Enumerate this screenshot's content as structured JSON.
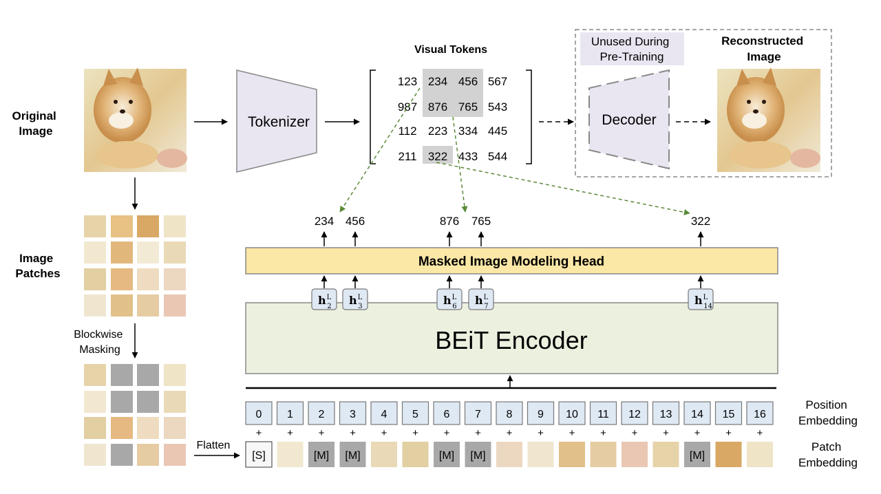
{
  "labels": {
    "original_image": [
      "Original",
      "Image"
    ],
    "image_patches": [
      "Image",
      "Patches"
    ],
    "blockwise_masking": [
      "Blockwise",
      "Masking"
    ],
    "flatten": "Flatten",
    "tokenizer": "Tokenizer",
    "visual_tokens": "Visual Tokens",
    "unused": [
      "Unused During",
      "Pre-Training"
    ],
    "decoder": "Decoder",
    "reconstructed": [
      "Reconstructed",
      "Image"
    ],
    "mim_head": "Masked Image Modeling Head",
    "encoder": "BEiT Encoder",
    "position_embedding": [
      "Position",
      "Embedding"
    ],
    "patch_embedding": [
      "Patch",
      "Embedding"
    ]
  },
  "visual_tokens": [
    [
      "123",
      "234",
      "456",
      "567"
    ],
    [
      "987",
      "876",
      "765",
      "543"
    ],
    [
      "112",
      "223",
      "334",
      "445"
    ],
    [
      "211",
      "322",
      "433",
      "544"
    ]
  ],
  "predicted_tokens": [
    "234",
    "456",
    "876",
    "765",
    "322"
  ],
  "hidden_states": [
    {
      "base": "h",
      "sup": "L",
      "sub": "2"
    },
    {
      "base": "h",
      "sup": "L",
      "sub": "3"
    },
    {
      "base": "h",
      "sup": "L",
      "sub": "6"
    },
    {
      "base": "h",
      "sup": "L",
      "sub": "7"
    },
    {
      "base": "h",
      "sup": "L",
      "sub": "14"
    }
  ],
  "positions": [
    "0",
    "1",
    "2",
    "3",
    "4",
    "5",
    "6",
    "7",
    "8",
    "9",
    "10",
    "11",
    "12",
    "13",
    "14",
    "15",
    "16"
  ],
  "plus_sign": "+",
  "patch_tokens": [
    "[S]",
    "",
    "[M]",
    "[M]",
    "",
    "",
    "[M]",
    "[M]",
    "",
    "",
    "",
    "",
    "",
    "",
    "[M]",
    "",
    ""
  ],
  "colors": {
    "mim_head": "#fbe7a6",
    "encoder": "#ecf0df",
    "position_box": "#dfe9f4",
    "mask_gray": "#a8a8a8",
    "tokenizer_fill": "#e9e6f1",
    "arrow_green": "#5a8a3a",
    "highlight": "#d2d2d2"
  }
}
